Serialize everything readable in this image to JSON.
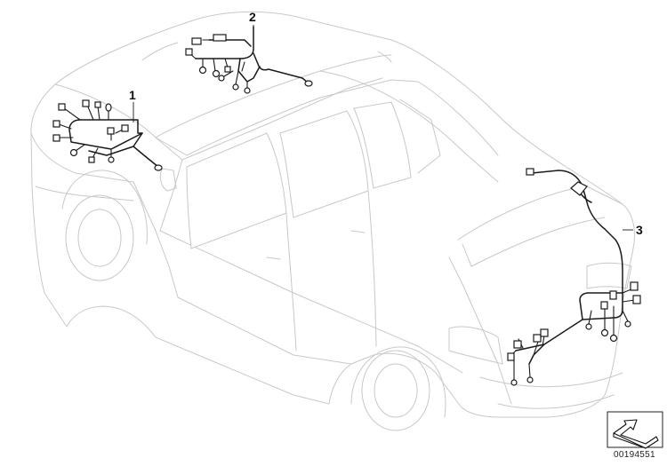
{
  "callouts": {
    "one": "1",
    "two": "2",
    "three": "3"
  },
  "document_number": "00194551",
  "icons": {
    "orientation": "orientation-arrow-icon"
  }
}
